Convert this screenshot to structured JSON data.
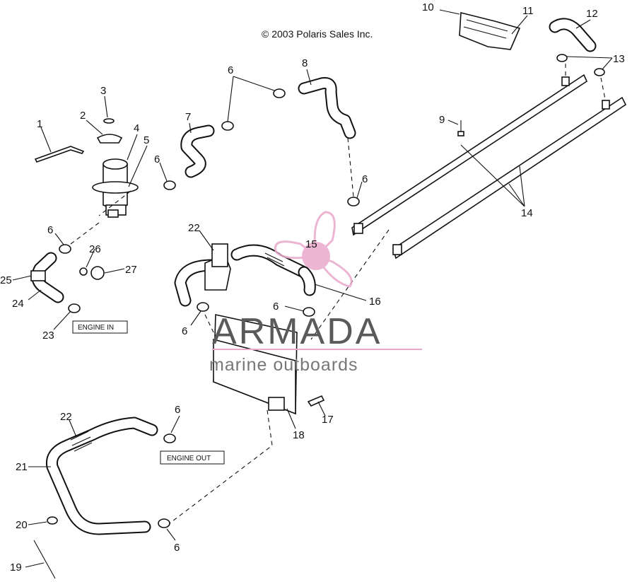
{
  "copyright": "© 2003 Polaris Sales Inc.",
  "labels": {
    "engine_in": "ENGINE IN",
    "engine_out": "ENGINE OUT"
  },
  "watermark": {
    "brand": "ARMADA",
    "tagline": "marine outboards"
  },
  "callouts": [
    "1",
    "2",
    "3",
    "4",
    "5",
    "6",
    "7",
    "8",
    "9",
    "10",
    "11",
    "12",
    "13",
    "14",
    "15",
    "16",
    "17",
    "18",
    "19",
    "20",
    "21",
    "22",
    "23",
    "24",
    "25",
    "26",
    "27"
  ],
  "colors": {
    "watermark_pink": "#e9a9cc",
    "line": "#111111"
  }
}
